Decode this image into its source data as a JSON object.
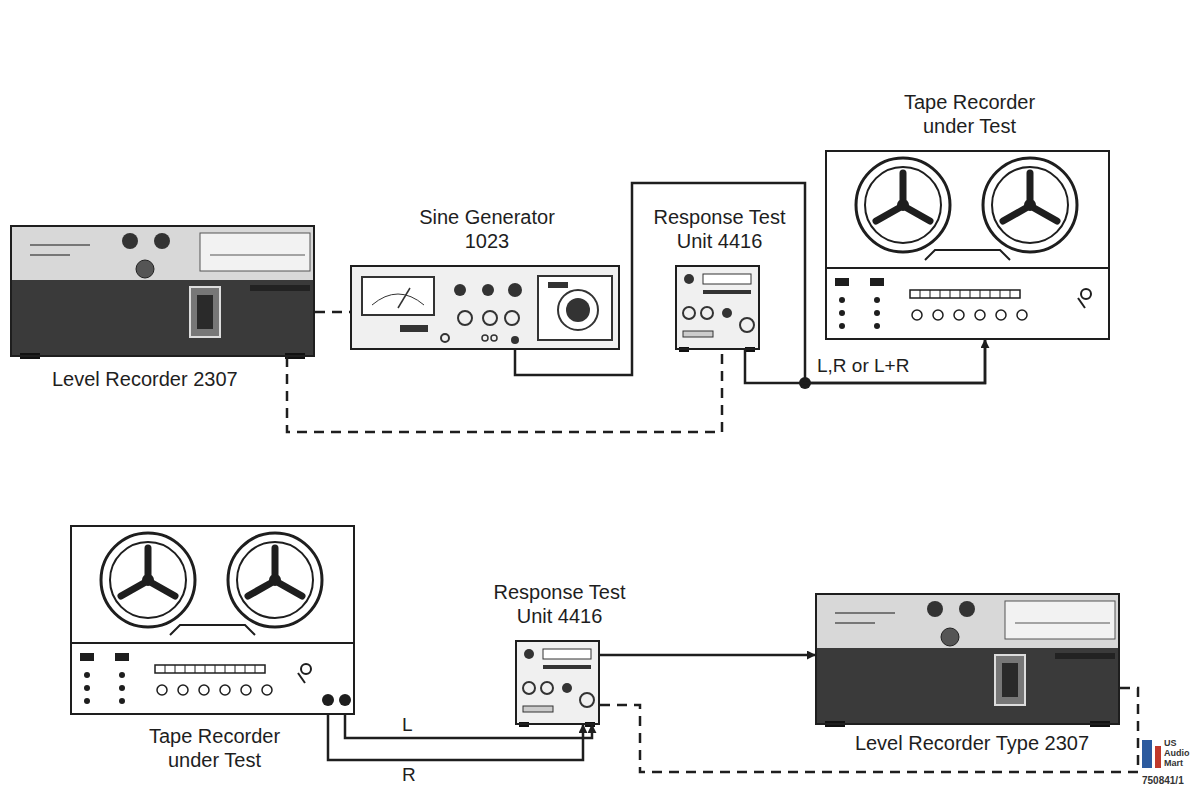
{
  "diagram": {
    "nodes": [
      {
        "text": [
          "Level Recorder 2307"
        ]
      },
      {
        "text": [
          "Sine Generator 1023"
        ]
      },
      {
        "text": [
          "Response Test Unit 4416"
        ]
      },
      {
        "text": [
          "Tape Recorder under Test"
        ]
      },
      {
        "text": [
          "Tape Recorder under Test"
        ]
      },
      {
        "text": [
          "Response Test Unit 4416"
        ]
      },
      {
        "text": [
          "Level Recorder Type 2307"
        ]
      }
    ],
    "edges": [
      {
        "from": 1,
        "to": 3,
        "arrow": "to"
      },
      {
        "from": 3,
        "to": 2,
        "label": "L,R or L+R",
        "arrow": "none"
      },
      {
        "from": 0,
        "to": 1,
        "arrow": "none"
      },
      {
        "from": 0,
        "to": 2,
        "arrow": "none"
      },
      {
        "from": 4,
        "to": 5,
        "label": "L",
        "arrow": "to"
      },
      {
        "from": 4,
        "to": 5,
        "label": "R",
        "arrow": "to"
      },
      {
        "from": 5,
        "to": 6,
        "arrow": "to"
      },
      {
        "from": 5,
        "to": 6,
        "arrow": "none"
      }
    ],
    "labels": [
      "US Audio Mart",
      "750841/1"
    ]
  }
}
